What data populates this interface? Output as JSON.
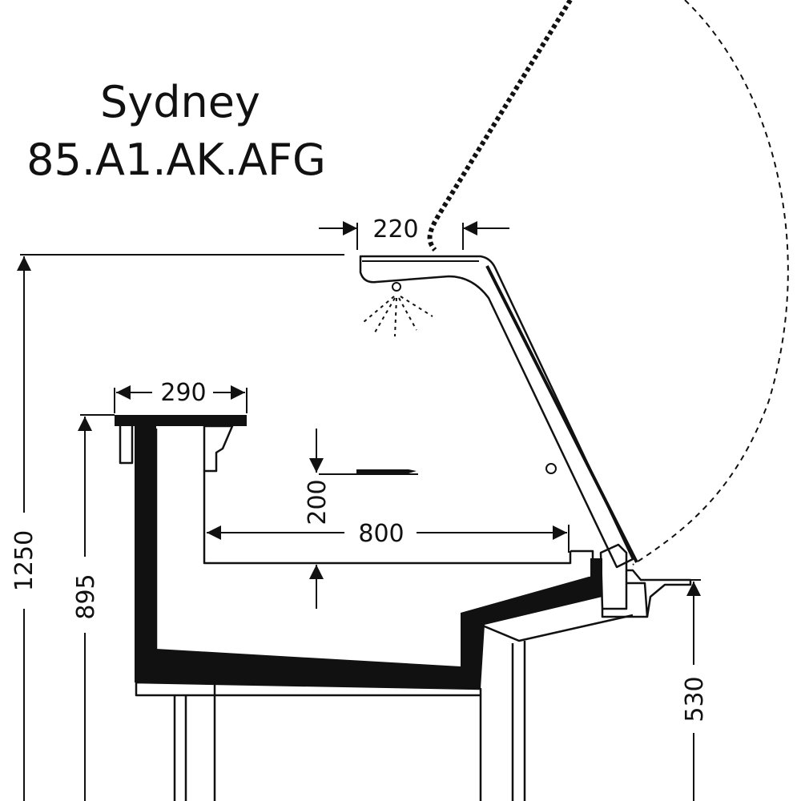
{
  "title": {
    "name": "Sydney",
    "code": "85.A1.AK.AFG"
  },
  "dimensions": {
    "top_width": "220",
    "shelf_width": "290",
    "total_height": "1250",
    "counter_height": "895",
    "shelf_gap": "200",
    "display_depth": "800",
    "base_height": "530"
  },
  "colors": {
    "line": "#111111",
    "background": "#ffffff"
  }
}
